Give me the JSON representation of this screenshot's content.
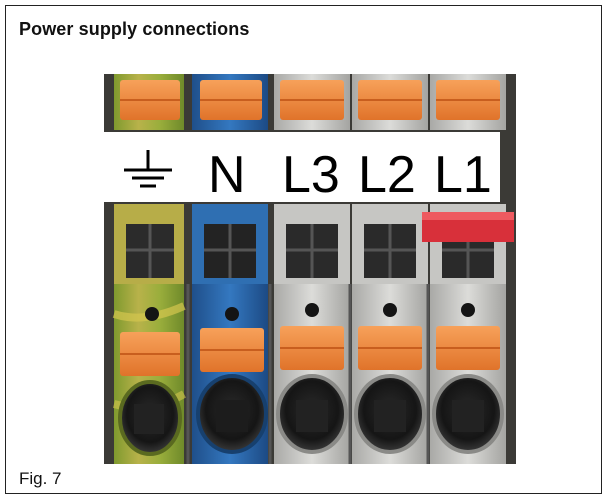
{
  "figure": {
    "title": "Power supply connections",
    "caption": "Fig. 7"
  },
  "photo": {
    "terminal_labels": {
      "ground_icon": "earth-ground-icon",
      "n": "N",
      "l3": "L3",
      "l2": "L2",
      "l1": "L1"
    },
    "colors": {
      "green_yellow": "#8fa83a",
      "blue": "#2a64a8",
      "grey": "#c9c9c6",
      "lever_orange": "#f08a3a",
      "dark_background": "#3a3a3a",
      "red_clip": "#d8303a"
    }
  }
}
